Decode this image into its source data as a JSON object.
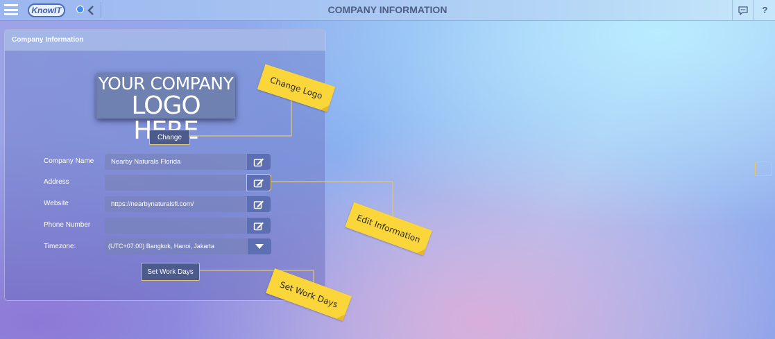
{
  "header": {
    "app_logo": "KnowIT",
    "title": "COMPANY INFORMATION",
    "help_label": "?"
  },
  "panel": {
    "title": "Company Information",
    "logo_placeholder": {
      "line1": "YOUR COMPANY",
      "line2": "LOGO HERE"
    },
    "change_button": "Change",
    "fields": [
      {
        "label": "Company Name",
        "value": "Nearby Naturals Florida"
      },
      {
        "label": "Address",
        "value": ""
      },
      {
        "label": "Website",
        "value": "https://nearbynaturalsfl.com/"
      },
      {
        "label": "Phone Number",
        "value": ""
      }
    ],
    "timezone": {
      "label": "Timezone:",
      "value": "(UTC+07:00) Bangkok, Hanoi, Jakarta"
    },
    "work_days_button": "Set Work Days"
  },
  "annotations": {
    "change_logo": "Change Logo",
    "edit_information": "Edit Information",
    "set_work_days": "Set Work Days"
  },
  "colors": {
    "accent": "#5d6fb3",
    "note": "#fbd63a",
    "highlight": "#e6c66a"
  },
  "icons": [
    "menu-icon",
    "back-chevron-icon",
    "chat-icon",
    "edit-icon",
    "chevron-down-icon"
  ]
}
